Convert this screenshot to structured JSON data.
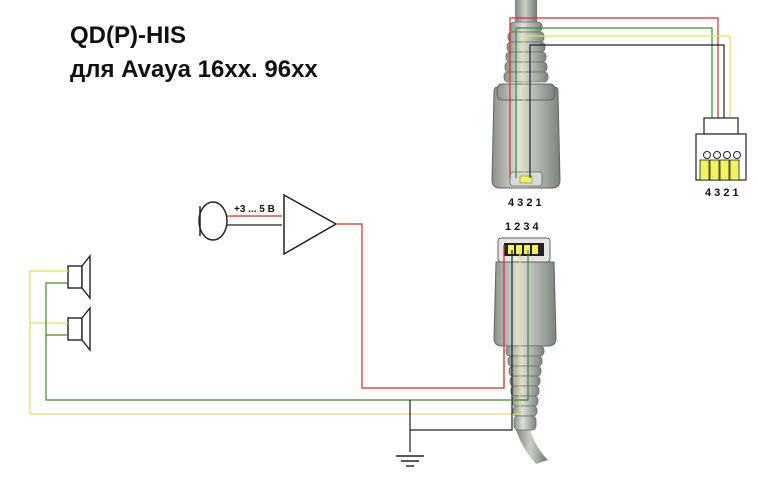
{
  "title": {
    "line1": "QD(P)-HIS",
    "line2": "для Avaya 16xx. 96xx"
  },
  "labels": {
    "upper_connector_pins": "4 3 2 1",
    "rj_plug_pins": "4 3 2 1",
    "lower_connector_pins": "1 2 3 4",
    "mic_voltage": "+3 ... 5 В"
  },
  "colors": {
    "red": "#d92a2a",
    "yellow": "#e4e05a",
    "green": "#3d8a2a",
    "black": "#222222",
    "cable_gray": "#9aa19a",
    "plug_yellow": "#f2f25c"
  }
}
